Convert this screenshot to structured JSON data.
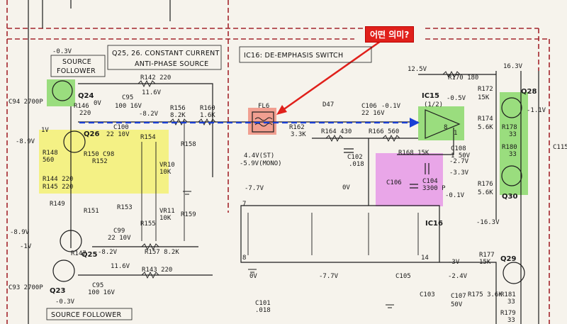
{
  "annotation": {
    "note": "어떤 의미?",
    "note_color": "#e0201b",
    "arrow_color": "#e0201b",
    "signal_arrow_color": "#1a3fd6"
  },
  "highlights": {
    "green": "#7bd65a",
    "yellow": "#f4f05a",
    "magenta": "#e27ce6",
    "salmon": "#f08a7a"
  },
  "titles": {
    "q25_26": "Q25, 26. CONSTANT CURRENT",
    "q25_26_sub": "ANTI-PHASE SOURCE",
    "ic16": "IC16: DE-EMPHASIS SWITCH",
    "source_follower_top": "SOURCE",
    "source_follower_top2": "FOLLOWER",
    "source_follower_bottom": "SOURCE FOLLOWER"
  },
  "transistors": {
    "q24": "Q24",
    "q26": "Q26",
    "q25": "Q25",
    "q23": "Q23",
    "q28": "Q28",
    "q30": "Q30",
    "q29": "Q29"
  },
  "ics": {
    "ic15": "IC15",
    "ic15_sub": "(1/2)",
    "ic16": "IC16",
    "fl6": "FL6",
    "d47": "D47"
  },
  "voltages": {
    "v_neg03_top": "-0.3V",
    "v_0v_q24": "0V",
    "v_1v": "1V",
    "v_neg89_a": "-8.9V",
    "v_116_top": "11.6V",
    "v_neg82_top": "-8.2V",
    "v_125": "12.5V",
    "v_163": "16.3V",
    "v_neg01": "-0.1V",
    "v_neg05": "-0.5V",
    "v_neg11": "-1.1V",
    "v_neg27": "-2.7V",
    "v_neg33": "-3.3V",
    "v_neg01_b": "-0.1V",
    "v_neg163": "-16.3V",
    "v_44st": "4.4V(ST)",
    "v_neg59mono": "-5.9V(MONO)",
    "v_neg77_a": "-7.7V",
    "v_0v_mid": "0V",
    "v_0v_bot": "0V",
    "v_neg77_b": "-7.7V",
    "v_neg89_b": "-8.9V",
    "v_neg1v": "-1V",
    "v_neg82_bot": "-8.2V",
    "v_116_bot": "11.6V",
    "v_neg03_bot": "-0.3V",
    "v_neg3": "-3V",
    "v_neg24": "-2.4V"
  },
  "components": {
    "r142": "R142 220",
    "r146": "R146",
    "r146v": "220",
    "c94": "C94 2700P",
    "c95_top": "C95",
    "c95_top_v": "100 16V",
    "r156": "R156",
    "r156v": "8.2K",
    "r160": "R160",
    "r160v": "1.6K",
    "c100": "C100",
    "c100v": "22 10V",
    "r148": "R148",
    "r148v": "560",
    "r144": "R144 220",
    "r145": "R145 220",
    "r150": "R150",
    "r152": "R152",
    "c98": "C98",
    "r154": "R154",
    "r158": "R158",
    "vr10": "VR10",
    "vr10v": "10K",
    "r149": "R149",
    "r151": "R151",
    "r153": "R153",
    "c99": "C99",
    "c99v": "22 10V",
    "r155": "R155",
    "vr11": "VR11",
    "vr11v": "10K",
    "r159": "R159",
    "r157": "R157 8.2K",
    "r147": "R147",
    "r143": "R143 220",
    "c95_bot": "C95",
    "c95_bot_v": "100 16V",
    "c93": "C93 2700P",
    "r162": "R162",
    "r162v": "3.3K",
    "r164": "R164 430",
    "r166": "R166 560",
    "c106": "C106",
    "c106v": "22 16V",
    "c102": "C102",
    "c102v": ".018",
    "r168": "R168 15K",
    "c104": "C104",
    "c104v": "3300 P",
    "c108": "C108",
    "c108v": "1 50V",
    "r170": "R170 180",
    "r172": "R172",
    "r172v": "15K",
    "r174": "R174",
    "r174v": "5.6K",
    "r176": "R176",
    "r176v": "5.6K",
    "r178": "R178",
    "r178v": "33",
    "r180": "R180",
    "r180v": "33",
    "c115": "C115",
    "c105": "C105",
    "c103": "C103",
    "c101": "C101",
    "c101v": ".018",
    "c107": "C107",
    "c107v": "50V",
    "r175": "R175 3.6K",
    "r177": "R177",
    "r177v": "15K",
    "r181": "R181",
    "r181v": "33",
    "r179": "R179",
    "r179v": "33",
    "c106b": "C106",
    "pin7": "7",
    "pin8": "8",
    "pin14": "14",
    "pin1": "1",
    "pin8op": "8"
  }
}
